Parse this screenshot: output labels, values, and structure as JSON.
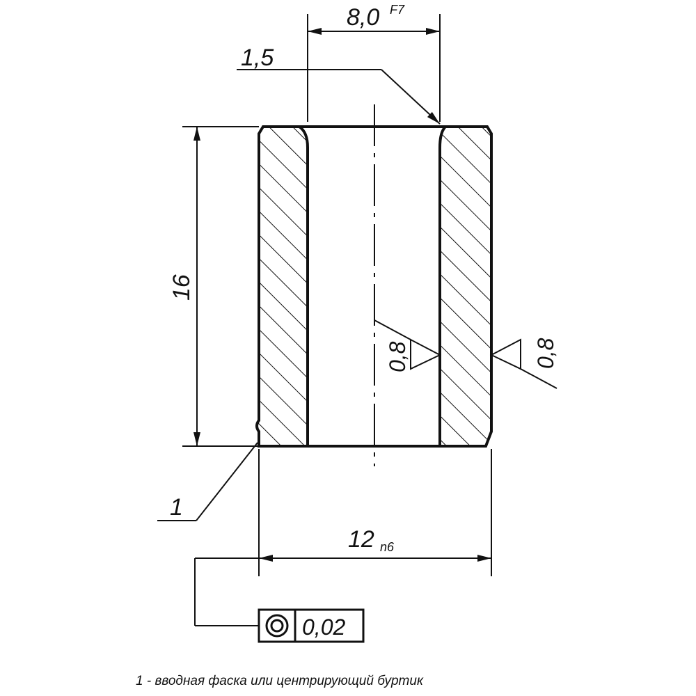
{
  "drawing": {
    "bore_diameter": "8,0",
    "bore_tolerance": "F7",
    "chamfer": "1,5",
    "length": "16",
    "roughness_inner": "0,8",
    "roughness_outer": "0,8",
    "callout_number": "1",
    "outer_diameter": "12",
    "outer_tolerance": "n6",
    "concentricity_value": "0,02",
    "concentricity_symbol": "concentricity-icon"
  },
  "caption": "1 - вводная фаска или центрирующий буртик"
}
